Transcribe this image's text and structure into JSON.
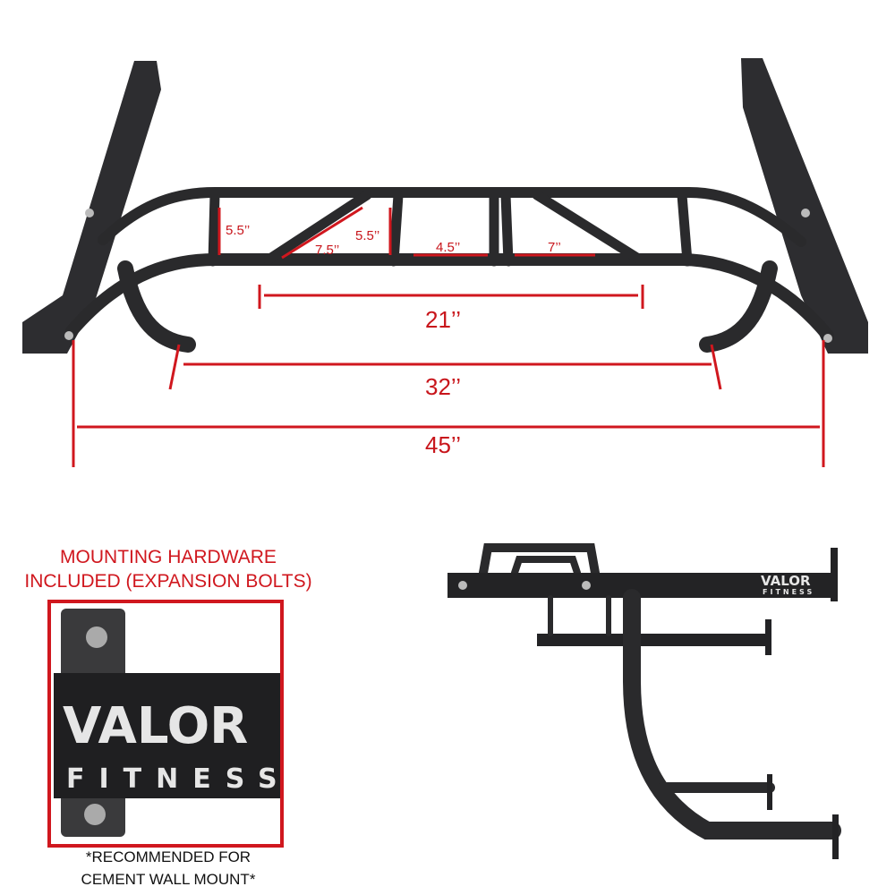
{
  "dimensions": {
    "grip_spacing_left": "5.5’’",
    "angled_grip": "7.5’’",
    "grip_spacing_mid": "5.5’’",
    "neutral_grip": "4.5’’",
    "angled_grip_right": "7’’",
    "inner_width": "21’’",
    "mid_width": "32’’",
    "overall_width": "45’’"
  },
  "hardware_callout": {
    "line1": "MOUNTING HARDWARE",
    "line2": "INCLUDED (EXPANSION BOLTS)",
    "note_line1": "*RECOMMENDED FOR",
    "note_line2": "CEMENT WALL MOUNT*"
  },
  "brand": {
    "name": "VALOR",
    "sub": "FITNESS"
  },
  "colors": {
    "dimension_red": "#d0171e",
    "steel": "#2a2a2c"
  }
}
